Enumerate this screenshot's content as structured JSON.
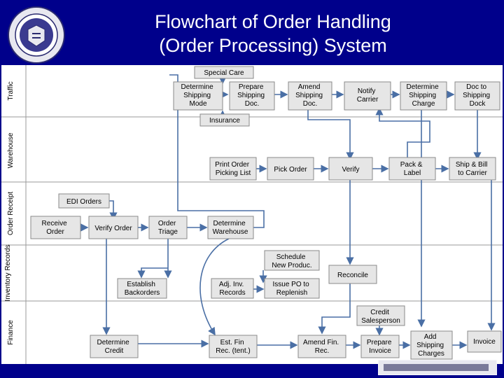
{
  "title_line1": "Flowchart of Order Handling",
  "title_line2": "(Order Processing) System",
  "lanes": [
    "Traffic",
    "Warehouse",
    "Order Receipt",
    "Inventory Records",
    "Finance"
  ],
  "boxes": {
    "special_care": "Special Care",
    "determine_shipping_mode": [
      "Determine",
      "Shipping",
      "Mode"
    ],
    "prepare_shipping_doc": [
      "Prepare",
      "Shipping",
      "Doc."
    ],
    "amend_shipping_doc": [
      "Amend",
      "Shipping",
      "Doc."
    ],
    "notify_carrier": [
      "Notify",
      "Carrier"
    ],
    "determine_shipping_charge": [
      "Determine",
      "Shipping",
      "Charge"
    ],
    "doc_to_shipping_dock": [
      "Doc to",
      "Shipping",
      "Dock"
    ],
    "insurance": "Insurance",
    "print_order_picking_list": [
      "Print Order",
      "Picking List"
    ],
    "pick_order": "Pick Order",
    "verify": "Verify",
    "pack_label": [
      "Pack &",
      "Label"
    ],
    "ship_bill": [
      "Ship & Bill",
      "to Carrier"
    ],
    "edi_orders": "EDI Orders",
    "receive_order": [
      "Receive",
      "Order"
    ],
    "verify_order": "Verify Order",
    "order_triage": [
      "Order",
      "Triage"
    ],
    "determine_warehouse": [
      "Determine",
      "Warehouse"
    ],
    "schedule_new_produc": [
      "Schedule",
      "New Produc."
    ],
    "reconcile": "Reconcile",
    "establish_backorders": [
      "Establish",
      "Backorders"
    ],
    "adj_inv_records": [
      "Adj. Inv.",
      "Records"
    ],
    "issue_po": [
      "Issue PO to",
      "Replenish"
    ],
    "credit_salesperson": [
      "Credit",
      "Salesperson"
    ],
    "determine_credit": [
      "Determine",
      "Credit"
    ],
    "est_fin_rec": [
      "Est. Fin",
      "Rec. (tent.)"
    ],
    "amend_fin_rec": [
      "Amend Fin.",
      "Rec."
    ],
    "prepare_invoice": [
      "Prepare",
      "Invoice"
    ],
    "add_shipping_charges": [
      "Add",
      "Shipping",
      "Charges"
    ],
    "invoice": "Invoice"
  },
  "colors": {
    "background": "#00008b",
    "box_fill": "#e6e6e6",
    "box_stroke": "#8a8a8a",
    "arrow": "#4a6fa5",
    "lane_line": "#9a9a9a"
  }
}
